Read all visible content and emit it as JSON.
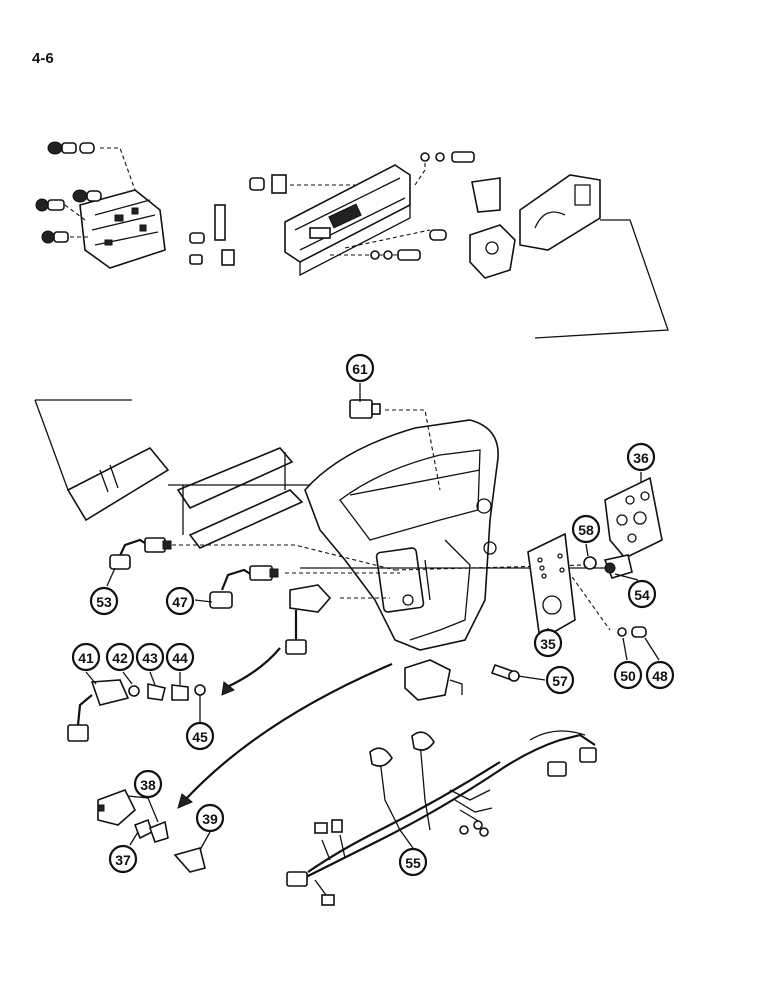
{
  "page": {
    "number": "4-6"
  },
  "callouts": [
    {
      "id": "61",
      "label": "61"
    },
    {
      "id": "36",
      "label": "36"
    },
    {
      "id": "58",
      "label": "58"
    },
    {
      "id": "53",
      "label": "53"
    },
    {
      "id": "47",
      "label": "47"
    },
    {
      "id": "54",
      "label": "54"
    },
    {
      "id": "35",
      "label": "35"
    },
    {
      "id": "41",
      "label": "41"
    },
    {
      "id": "42",
      "label": "42"
    },
    {
      "id": "43",
      "label": "43"
    },
    {
      "id": "44",
      "label": "44"
    },
    {
      "id": "45",
      "label": "45"
    },
    {
      "id": "57",
      "label": "57"
    },
    {
      "id": "50",
      "label": "50"
    },
    {
      "id": "48",
      "label": "48"
    },
    {
      "id": "38",
      "label": "38"
    },
    {
      "id": "37",
      "label": "37"
    },
    {
      "id": "39",
      "label": "39"
    },
    {
      "id": "55",
      "label": "55"
    }
  ]
}
